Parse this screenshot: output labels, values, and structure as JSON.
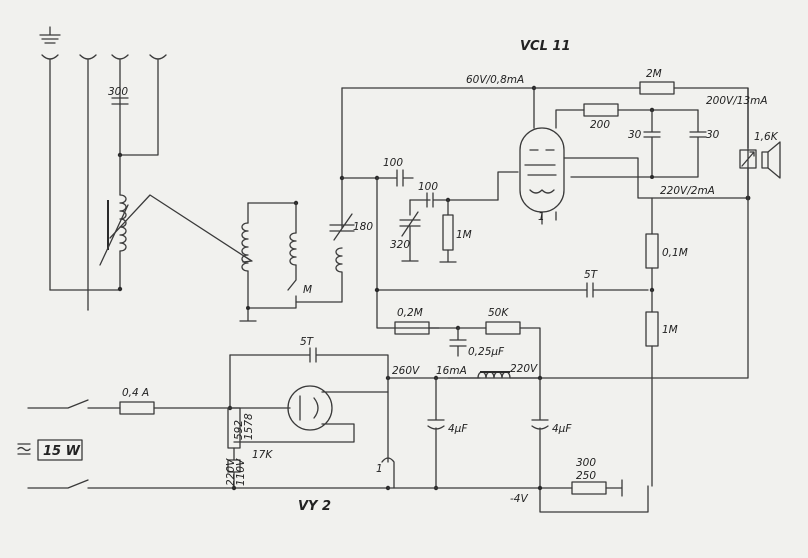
{
  "tube_top": "VCL 11",
  "tube_bottom": "VY 2",
  "power": "15 W",
  "ac_symbol": "≅",
  "labels": {
    "cap_300": "300",
    "v60": "60V/0,8mA",
    "r2m": "2M",
    "v200": "200V/13mA",
    "r200": "200",
    "c30a": "30",
    "c30b": "30",
    "spk": "1,6K",
    "c100a": "100",
    "c100b": "100",
    "c180": "180",
    "c320": "320",
    "r1m_grid": "1M",
    "v220": "220V/2mA",
    "r01m": "0,1M",
    "c5t_mid": "5T",
    "sw_m": "M",
    "r02m": "0,2M",
    "r50k": "50K",
    "c025": "0,25µF",
    "r1m_b": "1M",
    "c5t_low": "5T",
    "fuse": "0,4 A",
    "v260": "260V",
    "i16": "16mA",
    "v220b": "220V",
    "r592": "592",
    "r1578": "1578",
    "cap4a": "4µF",
    "cap4b": "4µF",
    "mains": "220V",
    "mains110": "110V",
    "r17k": "17K",
    "pin1": "1",
    "pin1b": "1",
    "r300": "300",
    "r250": "250",
    "vneg": "-4V"
  }
}
